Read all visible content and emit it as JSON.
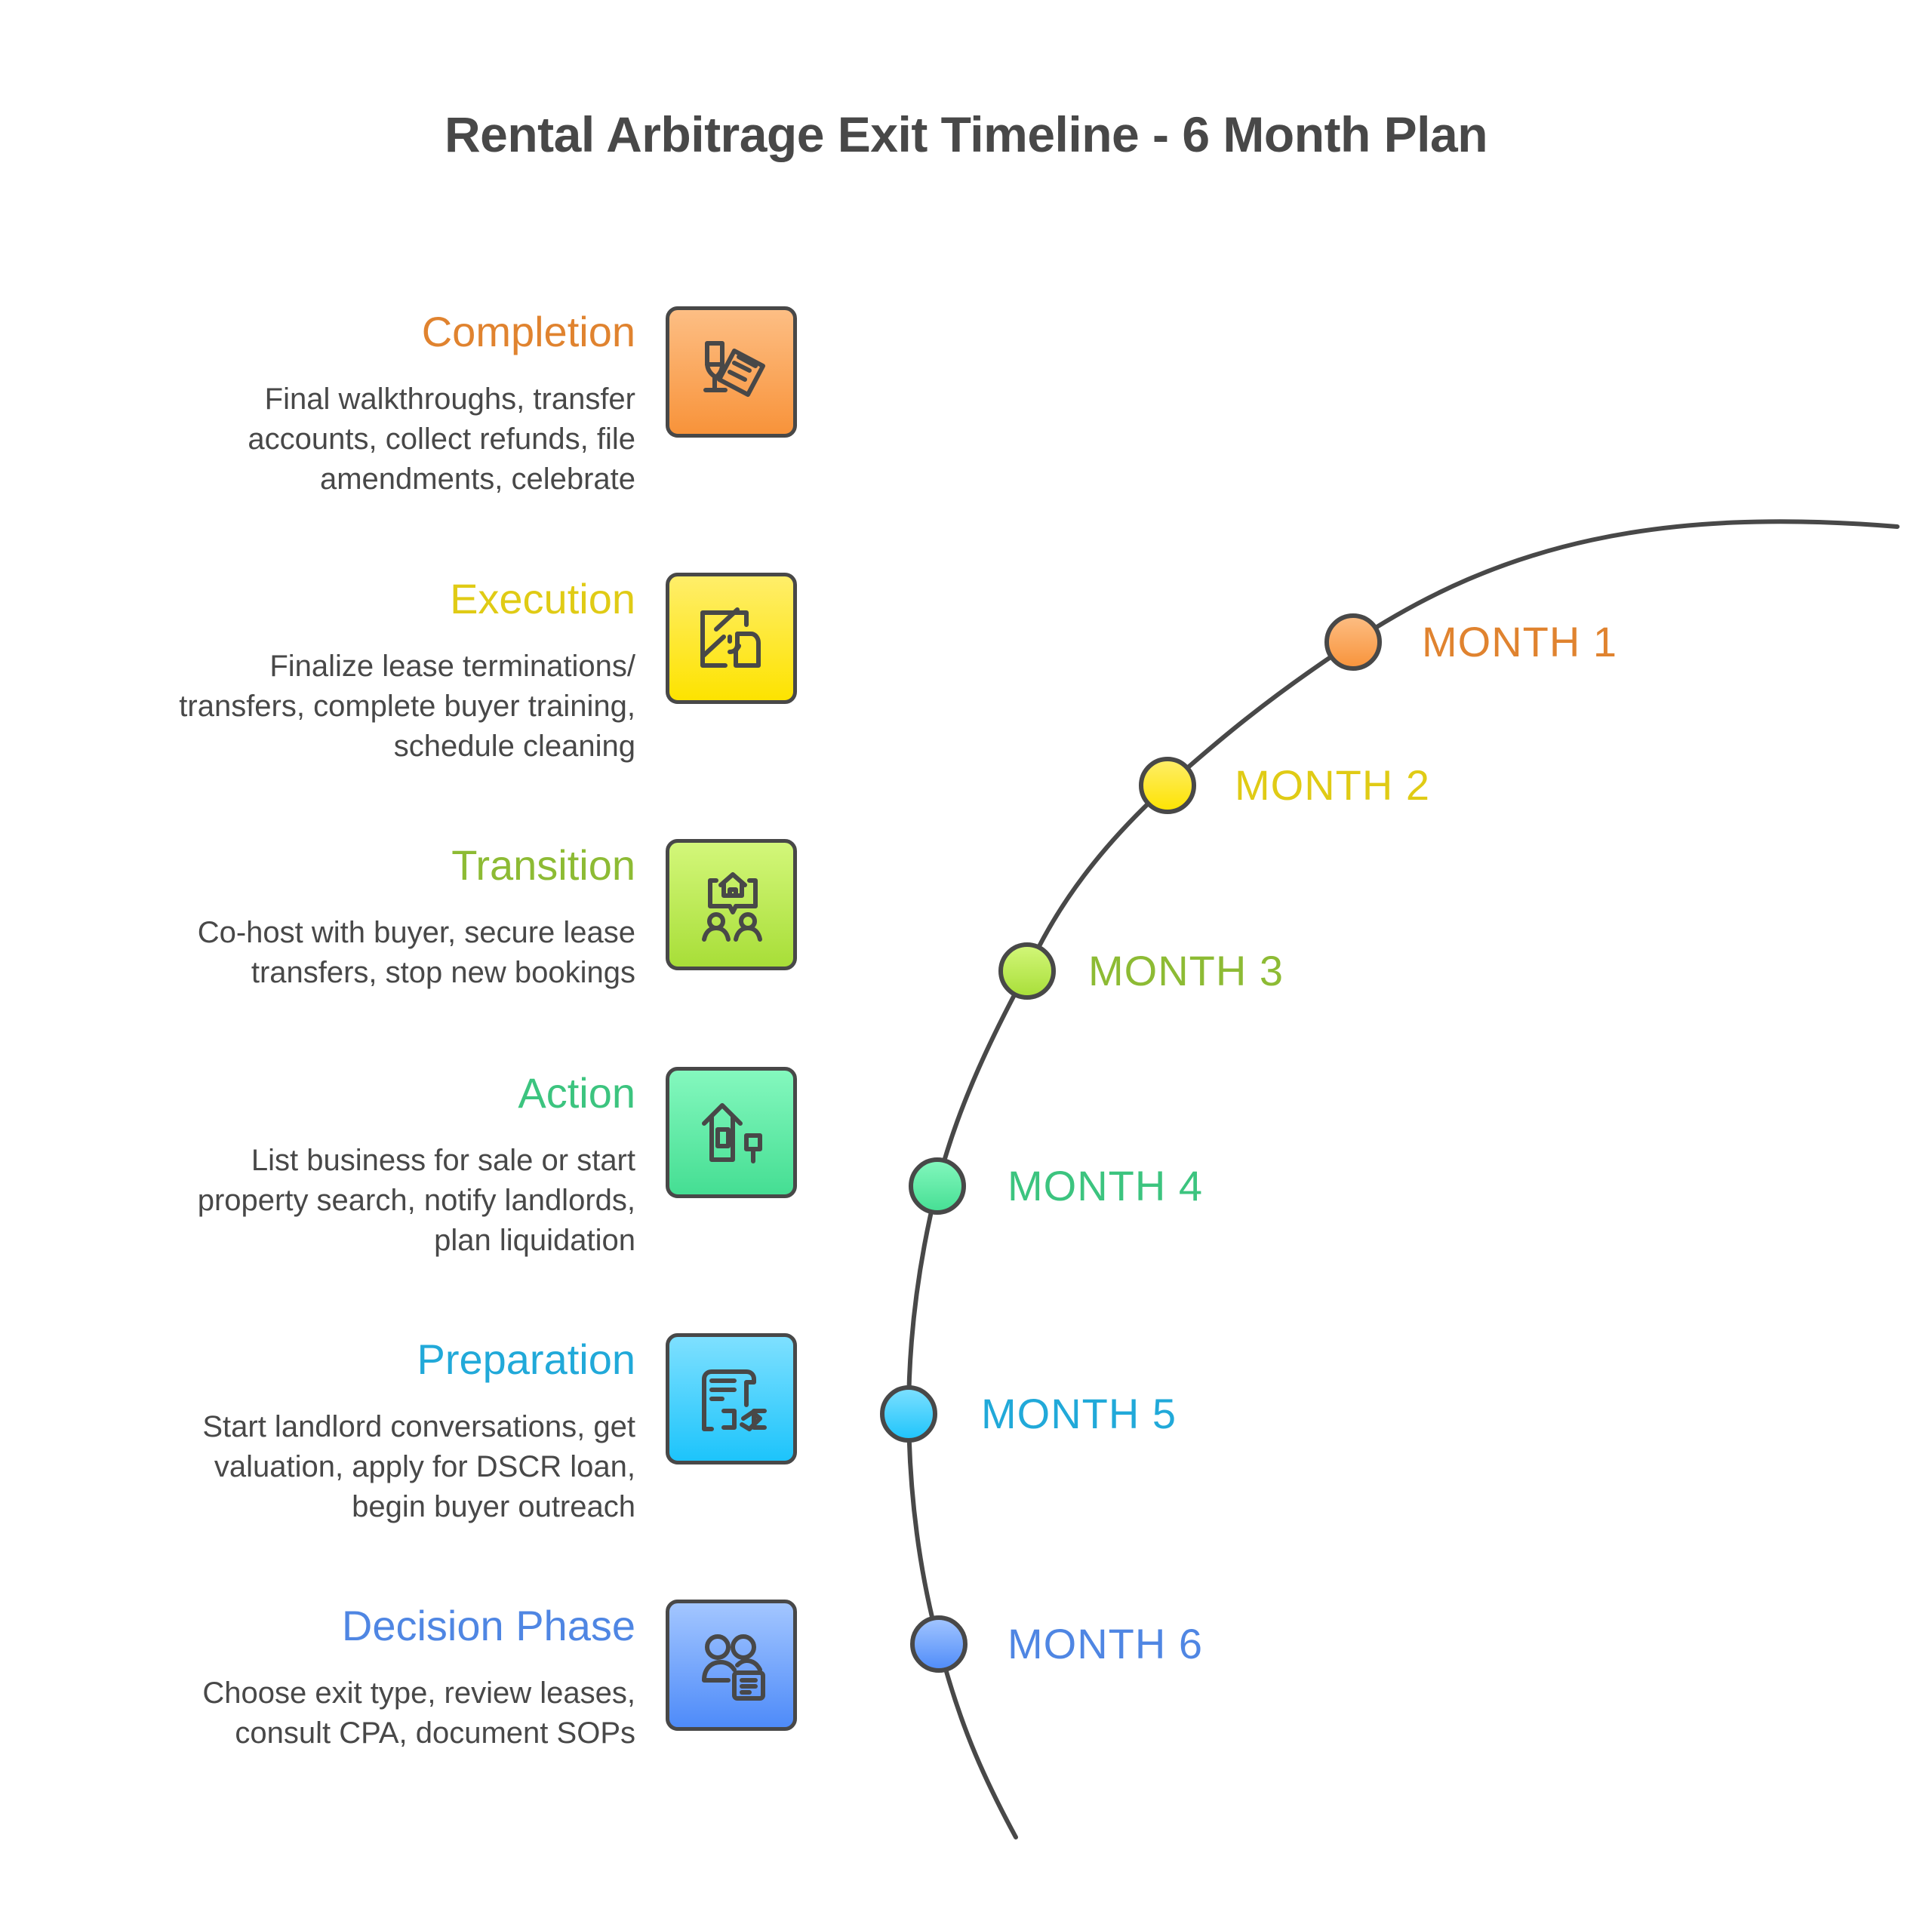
{
  "title": "Rental Arbitrage Exit Timeline - 6 Month Plan",
  "phases": [
    {
      "heading": "Completion",
      "color": "#E0832F",
      "icon": "champagne-checklist-icon",
      "lines": [
        "Final walkthroughs, transfer",
        "accounts, collect refunds, file",
        "amendments, celebrate"
      ]
    },
    {
      "heading": "Execution",
      "color": "#E0CB15",
      "icon": "window-cleaning-spray-icon",
      "lines": [
        "Finalize lease terminations/",
        "transfers, complete buyer training,",
        "schedule cleaning"
      ]
    },
    {
      "heading": "Transition",
      "color": "#8DBB34",
      "icon": "people-house-chat-icon",
      "lines": [
        "Co-host with buyer, secure lease",
        "transfers, stop new bookings"
      ]
    },
    {
      "heading": "Action",
      "color": "#3CC47F",
      "icon": "house-for-sale-sign-icon",
      "lines": [
        "List business for sale or start",
        "property search, notify landlords,",
        "plan liquidation"
      ]
    },
    {
      "heading": "Preparation",
      "color": "#21A9D9",
      "icon": "contract-handshake-icon",
      "lines": [
        "Start landlord conversations, get",
        "valuation, apply for DSCR loan,",
        "begin buyer outreach"
      ]
    },
    {
      "heading": "Decision Phase",
      "color": "#4F86E3",
      "icon": "team-document-icon",
      "lines": [
        "Choose exit type, review leases,",
        "consult CPA, document SOPs"
      ]
    }
  ],
  "months": [
    {
      "label": "MONTH 1",
      "color": "#E0832F"
    },
    {
      "label": "MONTH 2",
      "color": "#E0CB15"
    },
    {
      "label": "MONTH 3",
      "color": "#8DBB34"
    },
    {
      "label": "MONTH 4",
      "color": "#3CC47F"
    },
    {
      "label": "MONTH 5",
      "color": "#21A9D9"
    },
    {
      "label": "MONTH 6",
      "color": "#4F86E3"
    }
  ]
}
